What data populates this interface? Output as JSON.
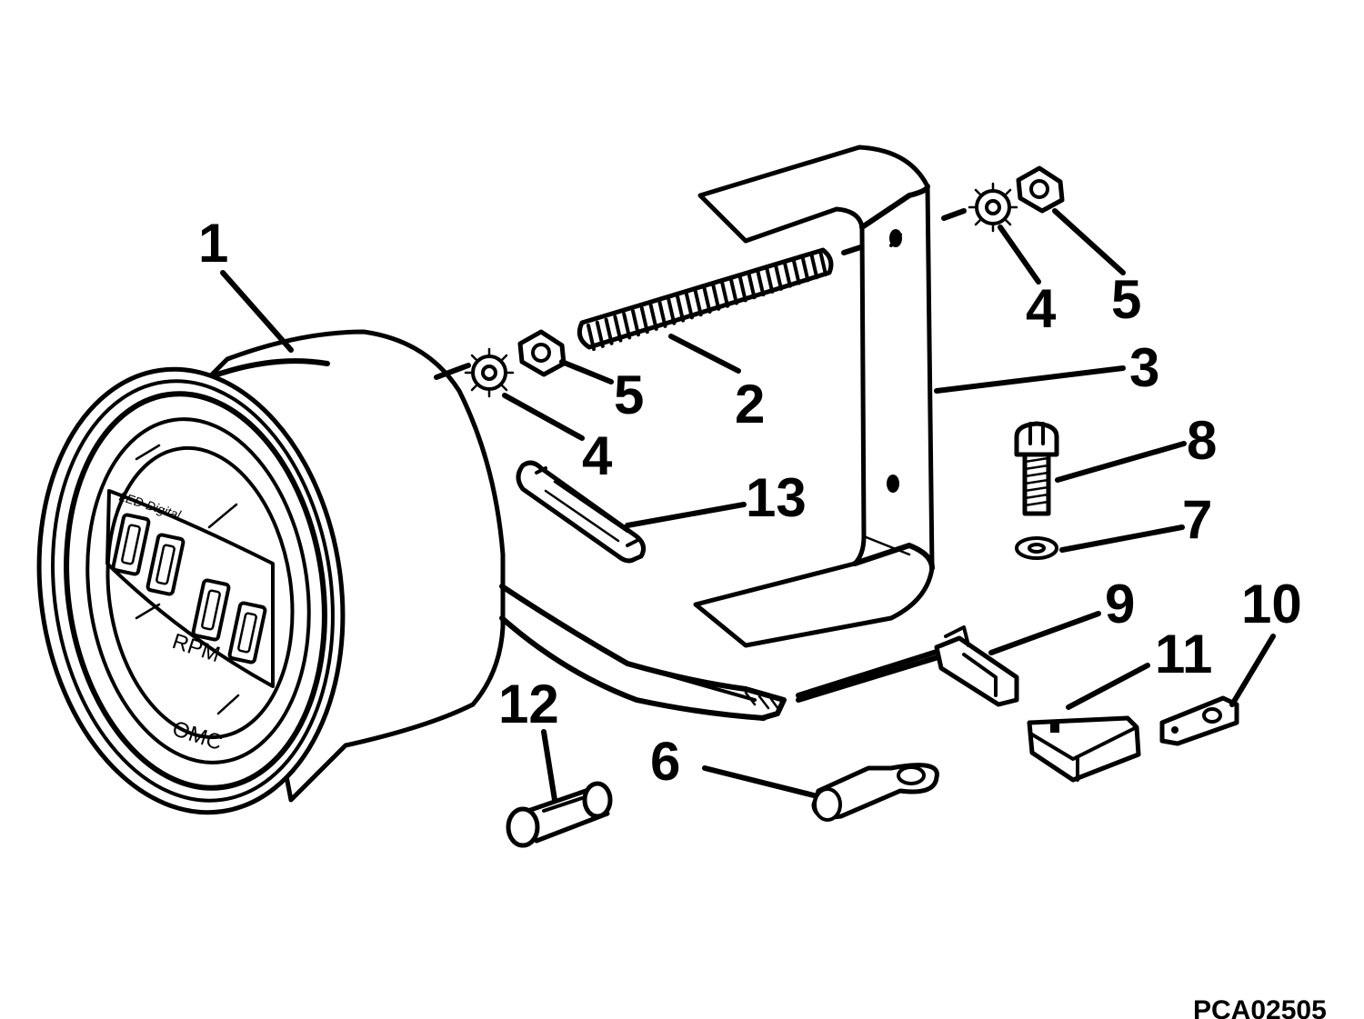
{
  "labels": {
    "1": "1",
    "2": "2",
    "3": "3",
    "4a": "4",
    "4b": "4",
    "5a": "5",
    "5b": "5",
    "6": "6",
    "7": "7",
    "8": "8",
    "9": "9",
    "10": "10",
    "11": "11",
    "12": "12",
    "13": "13"
  },
  "dial": {
    "unit": "RPM",
    "brand": "OMC",
    "caption": "LED Digital"
  },
  "figure_code": "PCA02505"
}
